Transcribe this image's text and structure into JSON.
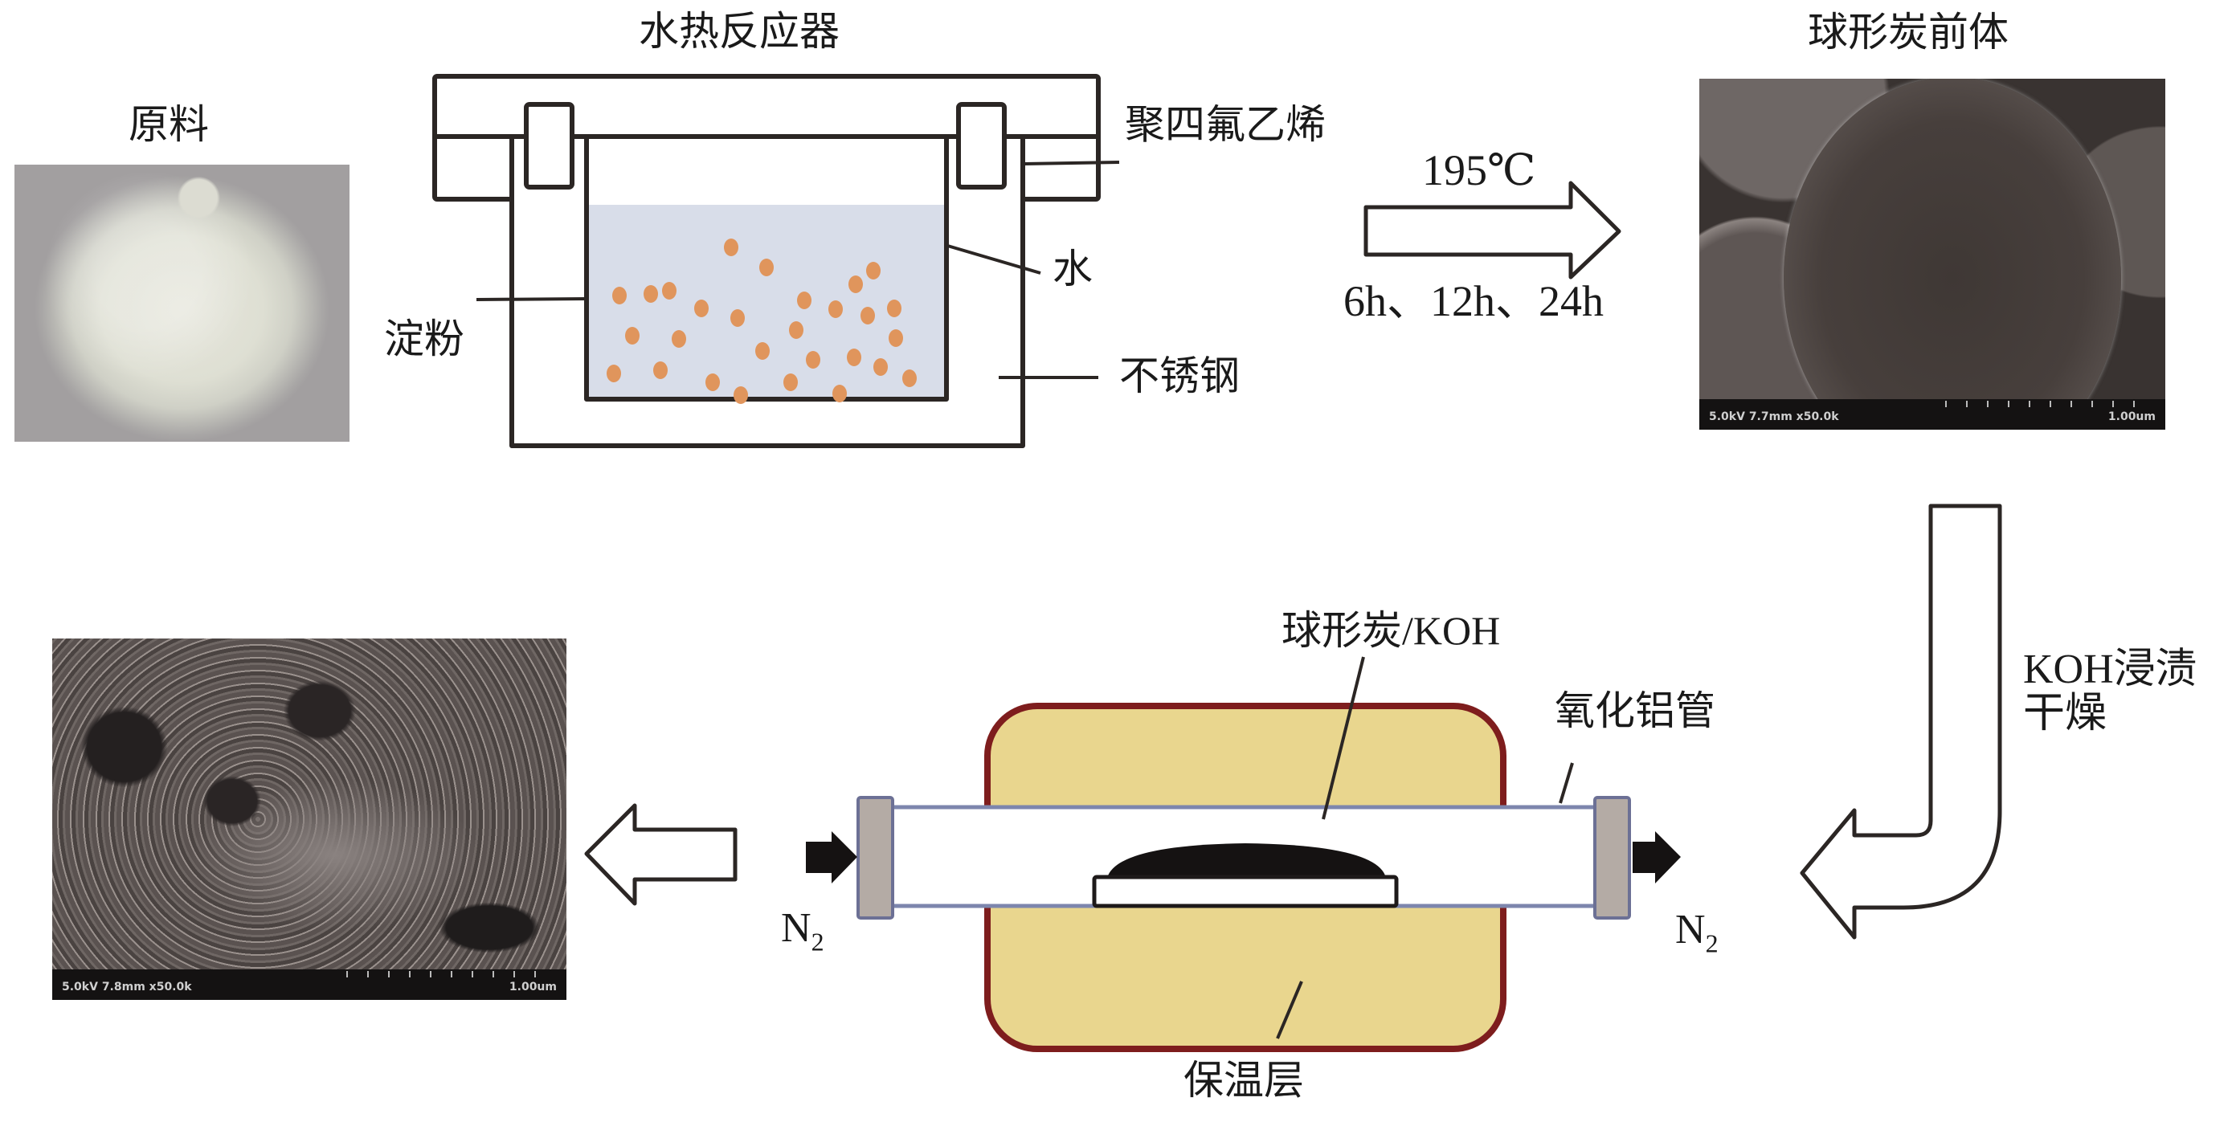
{
  "figure": {
    "raw_material": {
      "title": "原料"
    },
    "reactor": {
      "title": "水热反应器",
      "labels": {
        "ptfe": "聚四氟乙烯",
        "water": "水",
        "starch": "淀粉",
        "steel": "不锈钢"
      }
    },
    "step1": {
      "temperature": "195℃",
      "times": "6h、12h、24h"
    },
    "precursor": {
      "title": "球形炭前体",
      "sem_caption_left": "5.0kV 7.7mm x50.0k",
      "sem_caption_right": "1.00um"
    },
    "step2": {
      "line1": "KOH浸渍",
      "line2": "干燥"
    },
    "furnace": {
      "sample_label": "球形炭/KOH",
      "tube_label": "氧化铝管",
      "insulation_label": "保温层",
      "gas_in": "N",
      "gas_in_sub": "2",
      "gas_out": "N",
      "gas_out_sub": "2"
    },
    "product": {
      "sem_caption_left": "5.0kV 7.8mm x50.0k",
      "sem_caption_right": "1.00um"
    },
    "colors": {
      "water": "#d8dde9",
      "starch_particle": "#e0955c",
      "furnace_fill": "#e9d68e",
      "furnace_border": "#7e1d1d",
      "tube_border": "#7d86ad",
      "end_cap": "#b4aba5",
      "line": "#2b2624"
    }
  }
}
